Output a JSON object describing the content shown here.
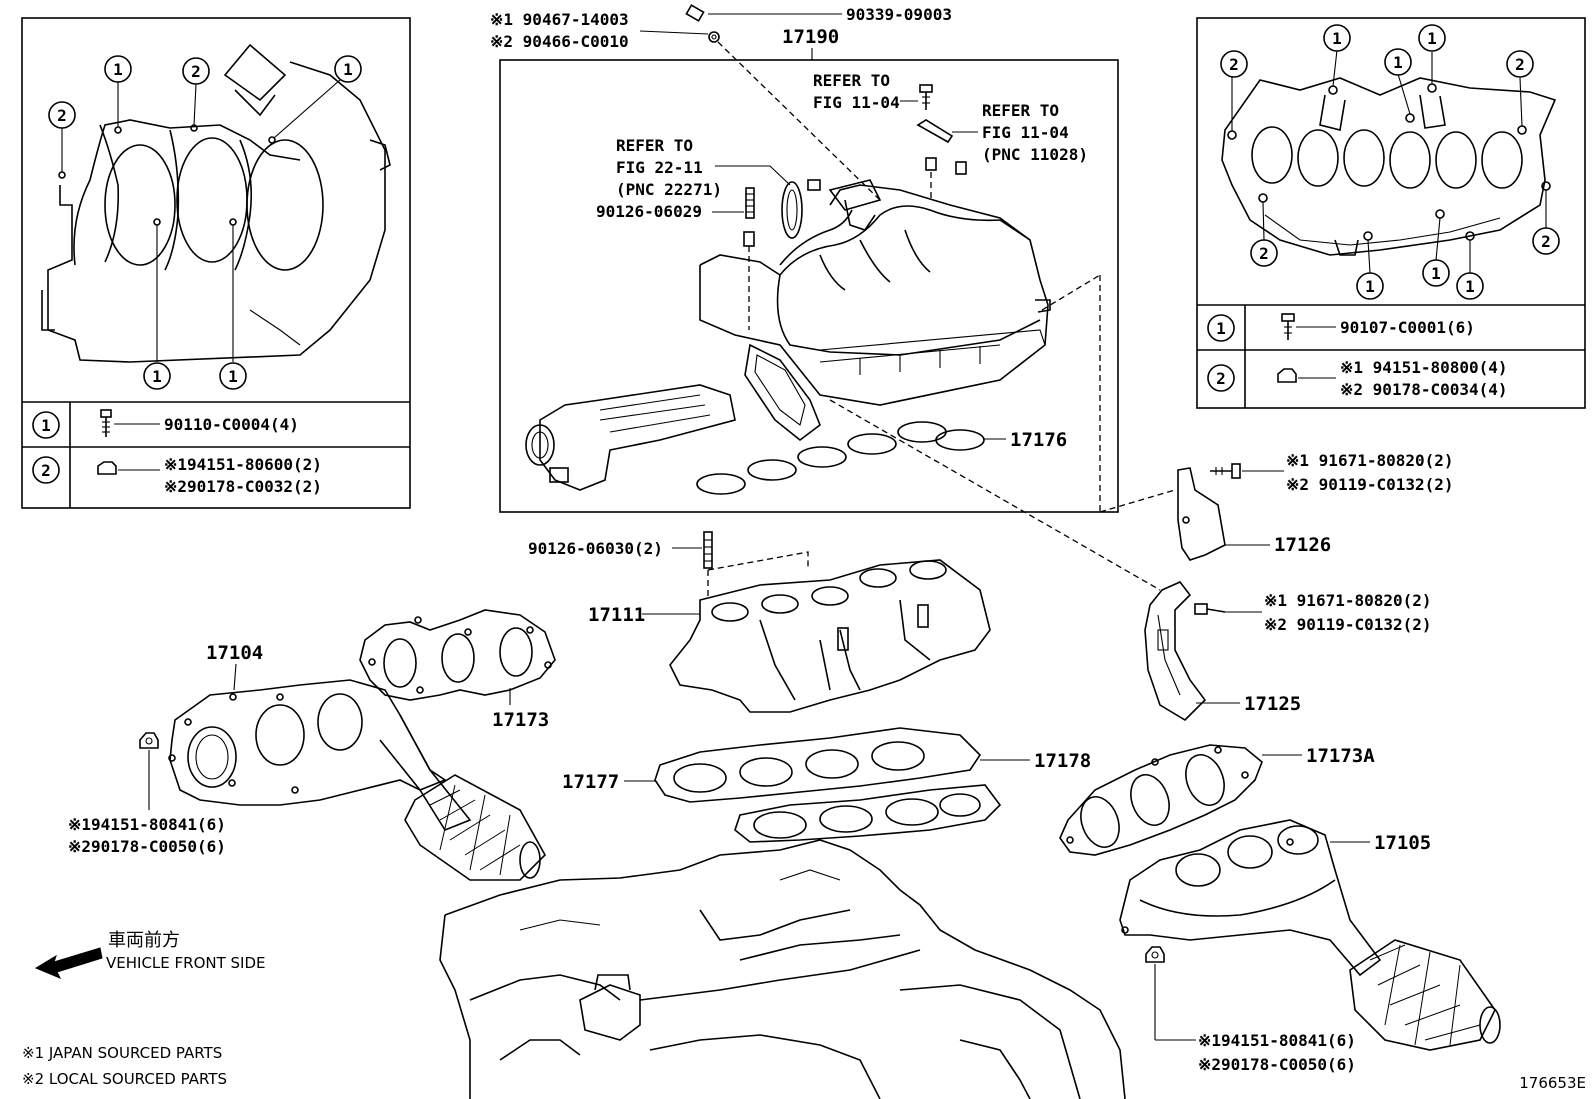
{
  "circled": {
    "one": "1",
    "two": "2"
  },
  "left_box": {
    "callouts": {
      "top_left_2": "2",
      "top_1a": "1",
      "top_2": "2",
      "top_right_1": "1",
      "bottom_1a": "1",
      "bottom_1b": "1"
    },
    "legend": [
      {
        "num": "1",
        "parts": [
          "90110-C0004(4)"
        ]
      },
      {
        "num": "2",
        "parts": [
          "※194151-80600(2)",
          "※290178-C0032(2)"
        ]
      }
    ]
  },
  "right_box": {
    "callouts": {
      "tl_2": "2",
      "t_1a": "1",
      "t_1b": "1",
      "t_1c": "1",
      "tr_2": "2",
      "bl_2": "2",
      "b_1a": "1",
      "b_1b": "1",
      "b_1c": "1",
      "br_2": "2"
    },
    "legend": [
      {
        "num": "1",
        "parts": [
          "90107-C0001(6)"
        ]
      },
      {
        "num": "2",
        "parts": [
          "※1 94151-80800(4)",
          "※2 90178-C0034(4)"
        ]
      }
    ]
  },
  "center_box": {
    "title": "17190",
    "refer_a": [
      "REFER TO",
      "FIG 11-04"
    ],
    "refer_b": [
      "REFER TO",
      "FIG 11-04",
      "(PNC 11028)"
    ],
    "refer_c": [
      "REFER TO",
      "FIG 22-11",
      "(PNC 22271)"
    ],
    "stud": "90126-06029",
    "gasket": "17176"
  },
  "top_parts": {
    "screw": "90339-09003",
    "plug_1": "※1 90467-14003",
    "plug_2": "※2 90466-C0010"
  },
  "labels": {
    "p17111": "17111",
    "p17111_stud": "90126-06030(2)",
    "p17104": "17104",
    "p17173": "17173",
    "p17177": "17177",
    "p17178": "17178",
    "p17173a": "17173A",
    "p17105": "17105",
    "p17126": "17126",
    "p17125": "17125",
    "bolt_17126": [
      "※1 91671-80820(2)",
      "※2 90119-C0132(2)"
    ],
    "bolt_17125": [
      "※1  91671-80820(2)",
      "※2 90119-C0132(2)"
    ],
    "nut_left": [
      "※194151-80841(6)",
      "※290178-C0050(6)"
    ],
    "nut_right": [
      "※194151-80841(6)",
      "※290178-C0050(6)"
    ]
  },
  "direction": {
    "jp": "車両前方",
    "en": "VEHICLE FRONT SIDE"
  },
  "notes": [
    "※1 JAPAN SOURCED PARTS",
    "※2 LOCAL SOURCED PARTS"
  ],
  "figure_id": "176653E"
}
